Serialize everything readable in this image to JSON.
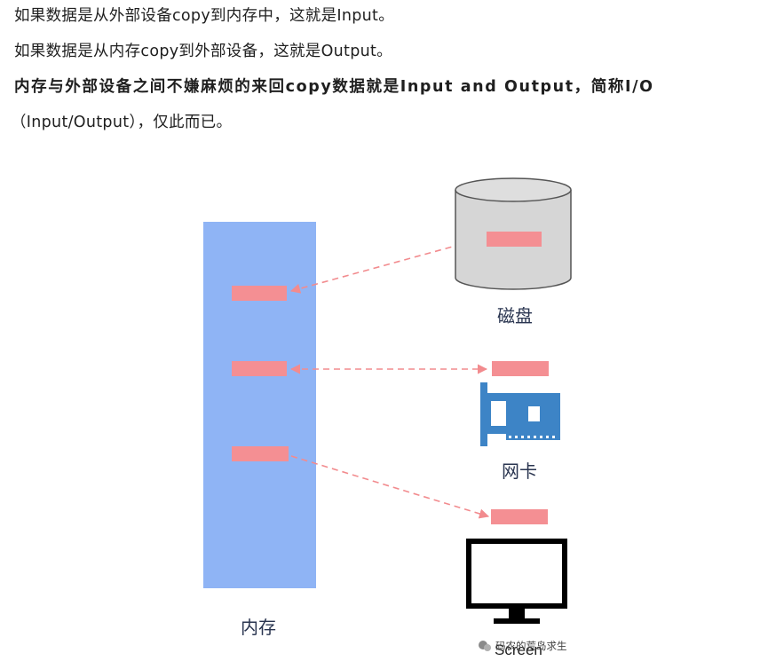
{
  "text": {
    "line1": "如果数据是从外部设备copy到内存中，这就是Input。",
    "line2": "如果数据是从内存copy到外部设备，这就是Output。",
    "line3": "内存与外部设备之间不嫌麻烦的来回copy数据就是Input and Output，简称I/O",
    "line4": "（Input/Output），仅此而已。"
  },
  "diagram": {
    "memory_label": "内存",
    "disk_label": "磁盘",
    "nic_label": "网卡",
    "screen_label": "Screen",
    "watermark": "码农的荒岛求生"
  },
  "colors": {
    "memory_bar": "#8fb4f5",
    "data_block": "#f48f93",
    "arrow": "#f28b8e",
    "disk": "#d6d6d6",
    "nic": "#3d84c6"
  },
  "icons": [
    "disk-cylinder-icon",
    "network-card-icon",
    "monitor-icon",
    "wechat-icon"
  ]
}
